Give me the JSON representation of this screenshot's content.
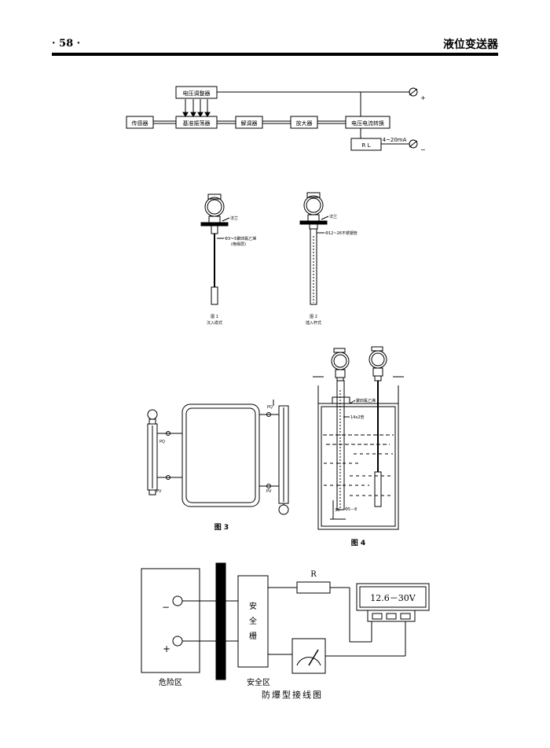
{
  "header": {
    "page_number": "· 58 ·",
    "title": "液位变送器"
  },
  "block_diagram": {
    "voltage_regulator": "电压调整器",
    "sensor": "传感器",
    "oscillator": "基准振荡器",
    "demodulator": "解调器",
    "amplifier": "放大器",
    "vi_converter": "电压电流转换",
    "load": "R L",
    "current": "4~20mA",
    "plus": "+",
    "minus": "−"
  },
  "fig12": {
    "flange1": "法兰",
    "probe1": "Φ3～5聚四氟乙烯",
    "probe1_sub": "(绝缘层)",
    "fig1_num": "图 1",
    "fig1_caption": "沉入缆式",
    "flange2": "法兰",
    "probe2": "Φ12~26不锈钢管",
    "fig2_num": "图 2",
    "fig2_caption": "插入杆式"
  },
  "fig3": {
    "caption": "图 3",
    "pq_left": "PQ",
    "pv_left": "PV",
    "pq_right": "PQ",
    "pv_right": "PV"
  },
  "fig4": {
    "caption": "图 4",
    "ptfe": "聚四氟乙烯",
    "tube": "14x2管",
    "dim_30": "30",
    "dim_d": "Φ5－8"
  },
  "wiring": {
    "resistor": "R",
    "supply": "12.6－30V",
    "minus": "−",
    "plus": "+",
    "barrier_1": "安",
    "barrier_2": "全",
    "barrier_3": "栅",
    "hazard_zone": "危险区",
    "safe_zone": "安全区",
    "caption": "防爆型接线图"
  }
}
